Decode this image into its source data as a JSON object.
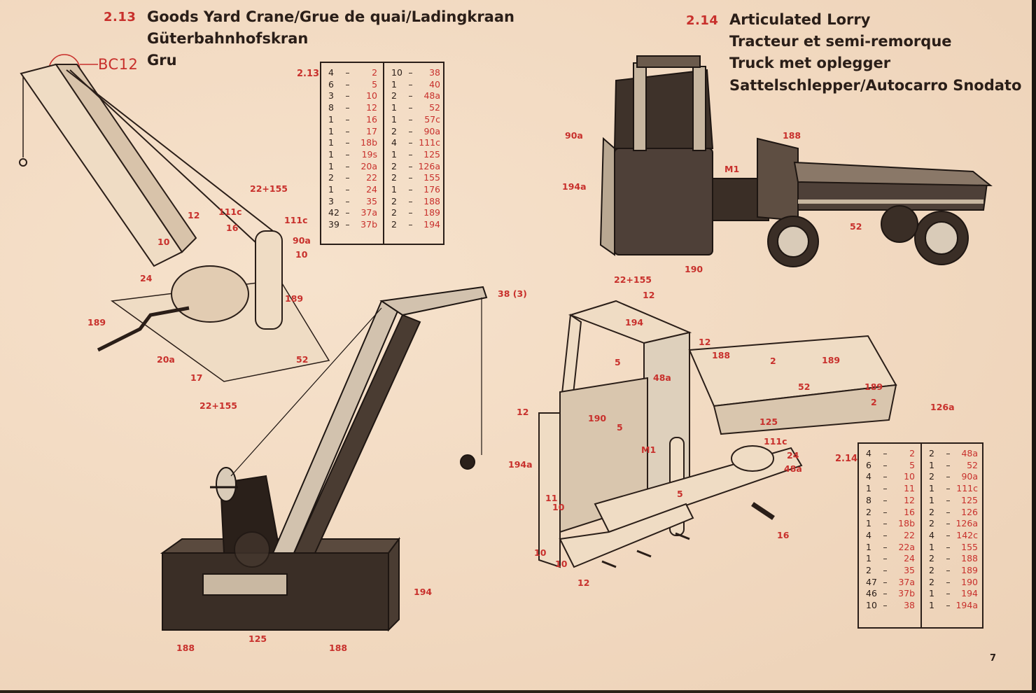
{
  "page_number": "7",
  "models": [
    {
      "number": "2.13",
      "titles": [
        "Goods Yard Crane/Grue de quai/Ladingkraan",
        "Güterbahnhofskran",
        "Gru"
      ],
      "badge": "BC12",
      "parts_label": "2.13",
      "parts_left": [
        {
          "qty": "4",
          "part": "2"
        },
        {
          "qty": "6",
          "part": "5"
        },
        {
          "qty": "3",
          "part": "10"
        },
        {
          "qty": "8",
          "part": "12"
        },
        {
          "qty": "1",
          "part": "16"
        },
        {
          "qty": "1",
          "part": "17"
        },
        {
          "qty": "1",
          "part": "18b"
        },
        {
          "qty": "1",
          "part": "19s"
        },
        {
          "qty": "1",
          "part": "20a"
        },
        {
          "qty": "2",
          "part": "22"
        },
        {
          "qty": "1",
          "part": "24"
        },
        {
          "qty": "3",
          "part": "35"
        },
        {
          "qty": "42",
          "part": "37a"
        },
        {
          "qty": "39",
          "part": "37b"
        }
      ],
      "parts_right": [
        {
          "qty": "10",
          "part": "38"
        },
        {
          "qty": "1",
          "part": "40"
        },
        {
          "qty": "2",
          "part": "48a"
        },
        {
          "qty": "1",
          "part": "52"
        },
        {
          "qty": "1",
          "part": "57c"
        },
        {
          "qty": "2",
          "part": "90a"
        },
        {
          "qty": "4",
          "part": "111c"
        },
        {
          "qty": "1",
          "part": "125"
        },
        {
          "qty": "2",
          "part": "126a"
        },
        {
          "qty": "2",
          "part": "155"
        },
        {
          "qty": "1",
          "part": "176"
        },
        {
          "qty": "2",
          "part": "188"
        },
        {
          "qty": "2",
          "part": "189"
        },
        {
          "qty": "2",
          "part": "194"
        }
      ],
      "callouts": [
        "22+155",
        "111c",
        "111c",
        "12",
        "16",
        "10",
        "90a",
        "10",
        "24",
        "189",
        "189",
        "20a",
        "52",
        "17",
        "22+155",
        "38 (3)",
        "194",
        "188",
        "125",
        "188"
      ]
    },
    {
      "number": "2.14",
      "titles": [
        "Articulated Lorry",
        "Tracteur et semi-remorque",
        "Truck met oplegger",
        "Sattelschlepper/Autocarro Snodato"
      ],
      "parts_label": "2.14",
      "parts_left": [
        {
          "qty": "4",
          "part": "2"
        },
        {
          "qty": "6",
          "part": "5"
        },
        {
          "qty": "4",
          "part": "10"
        },
        {
          "qty": "1",
          "part": "11"
        },
        {
          "qty": "8",
          "part": "12"
        },
        {
          "qty": "2",
          "part": "16"
        },
        {
          "qty": "1",
          "part": "18b"
        },
        {
          "qty": "4",
          "part": "22"
        },
        {
          "qty": "1",
          "part": "22a"
        },
        {
          "qty": "1",
          "part": "24"
        },
        {
          "qty": "2",
          "part": "35"
        },
        {
          "qty": "47",
          "part": "37a"
        },
        {
          "qty": "46",
          "part": "37b"
        },
        {
          "qty": "10",
          "part": "38"
        }
      ],
      "parts_right": [
        {
          "qty": "2",
          "part": "48a"
        },
        {
          "qty": "1",
          "part": "52"
        },
        {
          "qty": "2",
          "part": "90a"
        },
        {
          "qty": "1",
          "part": "111c"
        },
        {
          "qty": "1",
          "part": "125"
        },
        {
          "qty": "2",
          "part": "126"
        },
        {
          "qty": "2",
          "part": "126a"
        },
        {
          "qty": "4",
          "part": "142c"
        },
        {
          "qty": "1",
          "part": "155"
        },
        {
          "qty": "2",
          "part": "188"
        },
        {
          "qty": "2",
          "part": "189"
        },
        {
          "qty": "2",
          "part": "190"
        },
        {
          "qty": "1",
          "part": "194"
        },
        {
          "qty": "1",
          "part": "194a"
        }
      ],
      "callouts": [
        "90a",
        "188",
        "M1",
        "194a",
        "52",
        "190",
        "22+155",
        "12",
        "194",
        "12",
        "188",
        "48a",
        "189",
        "5",
        "189",
        "52",
        "2",
        "2",
        "12",
        "190",
        "5",
        "126a",
        "125",
        "111c",
        "M1",
        "24",
        "194a",
        "48a",
        "11",
        "10",
        "5",
        "10",
        "10",
        "16",
        "12"
      ]
    }
  ]
}
